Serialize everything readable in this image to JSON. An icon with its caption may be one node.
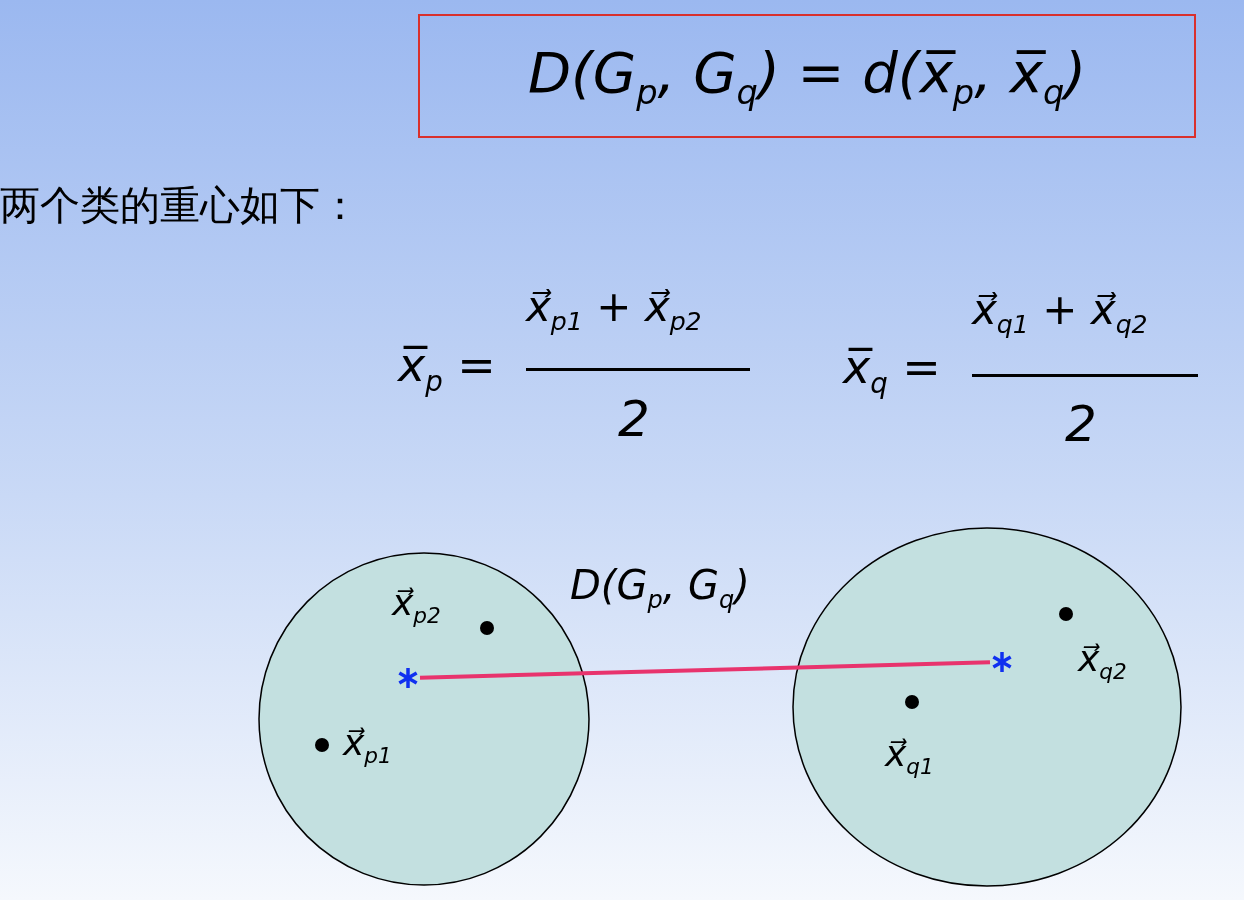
{
  "diagram": {
    "nodes": [
      {
        "text": [
          "D(G$_{p}$, G$_{q}$) = d(x̅$_{p}$, x̅$_{q}$)"
        ]
      },
      {
        "text": [],
        "shape": "circle"
      },
      {
        "text": [],
        "shape": "circle"
      },
      {
        "text": [],
        "shape": "star",
        "in": 1
      },
      {
        "text": [],
        "shape": "star",
        "in": 2
      },
      {
        "text": [],
        "shape": "dot",
        "in": 1,
        "beside": [
          "x⃗$_{p2}$"
        ]
      },
      {
        "text": [],
        "shape": "dot",
        "in": 1,
        "beside": [
          "x⃗$_{p1}$"
        ]
      },
      {
        "text": [],
        "shape": "dot",
        "in": 2,
        "beside": [
          "x⃗$_{q2}$"
        ]
      },
      {
        "text": [],
        "shape": "dot",
        "in": 2,
        "beside": [
          "x⃗$_{q1}$"
        ]
      }
    ],
    "edges": [
      {
        "from": 3,
        "to": 4,
        "arrow": "none",
        "label": "D(G$_{p}$, G$_{q}$)",
        "color": "#e8336d"
      }
    ],
    "labels": [
      "两个类的重心如下：",
      "x̅$_{p}$ =",
      "x⃗$_{p1}$ + x⃗$_{p2}$",
      "2",
      "x̅$_{q}$ =",
      "x⃗$_{q1}$ + x⃗$_{q2}$",
      "2"
    ]
  }
}
